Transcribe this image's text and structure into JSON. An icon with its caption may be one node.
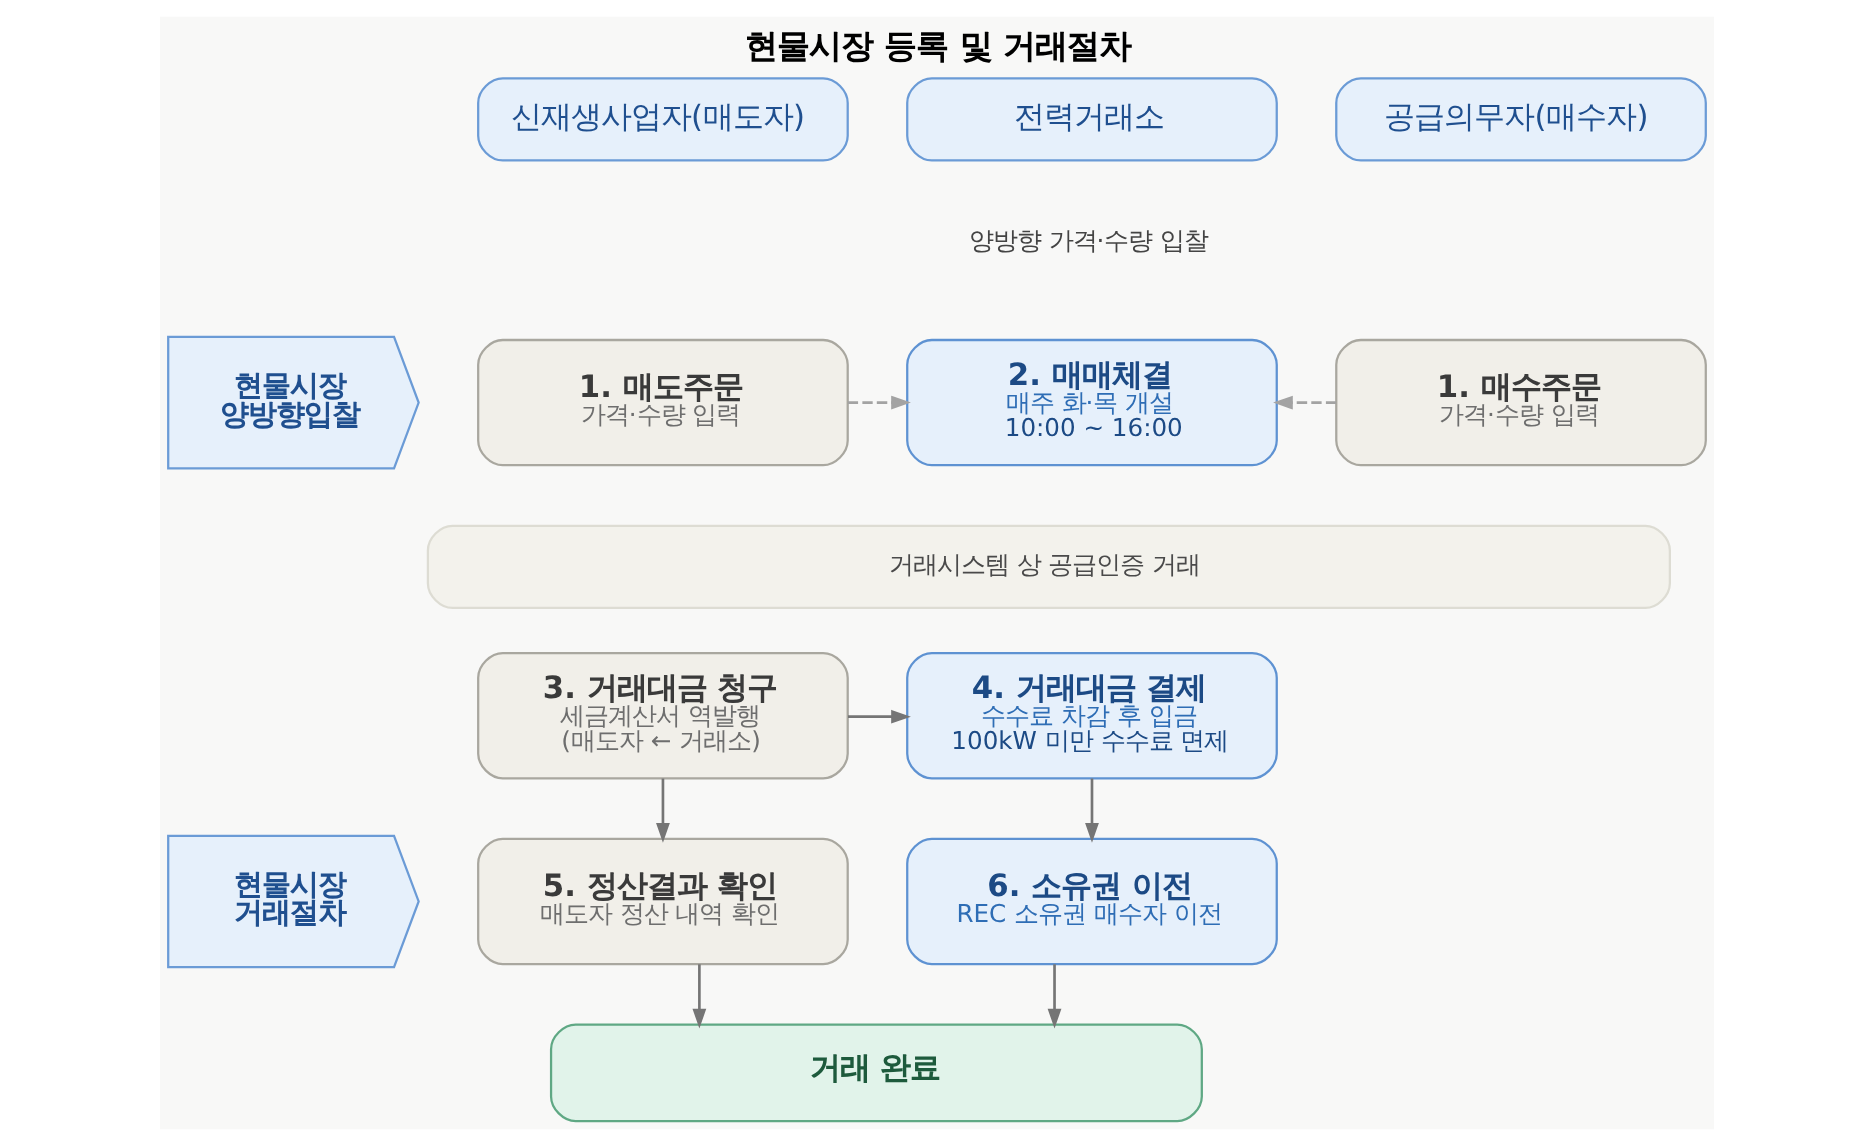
{
  "diagram": {
    "title": "현물시장 등록 및 거래절차",
    "nodes": [
      {
        "text": [
          "신재생사업자(매도자)"
        ]
      },
      {
        "text": [
          "전력거래소"
        ]
      },
      {
        "text": [
          "공급의무자(매수자)"
        ]
      },
      {
        "text": [
          "현물시장 양방향입찰"
        ]
      },
      {
        "text": [
          "1. 매도주문",
          "가격·수량 입력"
        ]
      },
      {
        "text": [
          "2. 매매체결",
          "매주 화·목 개설",
          "10:00 ~ 16:00"
        ]
      },
      {
        "text": [
          "1. 매수주문",
          "가격·수량 입력"
        ]
      },
      {
        "text": [
          "거래시스템 상 공급인증 거래"
        ]
      },
      {
        "text": [
          "3. 거래대금 청구",
          "세금계산서 역발행 (매도자 ← 거래소)"
        ]
      },
      {
        "text": [
          "4. 거래대금 결제",
          "수수료 차감 후 입금",
          "100kW 미만 수수료 면제"
        ]
      },
      {
        "text": [
          "현물시장 거래절차"
        ]
      },
      {
        "text": [
          "5. 정산결과 확인",
          "매도자 정산 내역 확인"
        ]
      },
      {
        "text": [
          "6. 소유권 이전",
          "REC 소유권 매수자 이전"
        ]
      },
      {
        "text": [
          "거래 완료"
        ]
      }
    ],
    "edges": [
      {
        "from": 4,
        "to": 5,
        "arrow": "to",
        "style": "dashed",
        "color": "#a3a3a3"
      },
      {
        "from": 6,
        "to": 5,
        "arrow": "to",
        "style": "dashed",
        "color": "#a3a3a3"
      },
      {
        "from": 8,
        "to": 9,
        "arrow": "to"
      },
      {
        "from": 8,
        "to": 11,
        "arrow": "to"
      },
      {
        "from": 9,
        "to": 12,
        "arrow": "to"
      },
      {
        "from": 11,
        "to": 13,
        "arrow": "to"
      },
      {
        "from": 12,
        "to": 13,
        "arrow": "to"
      }
    ],
    "labels": [
      "양방향 가격·수량 입찰"
    ]
  }
}
